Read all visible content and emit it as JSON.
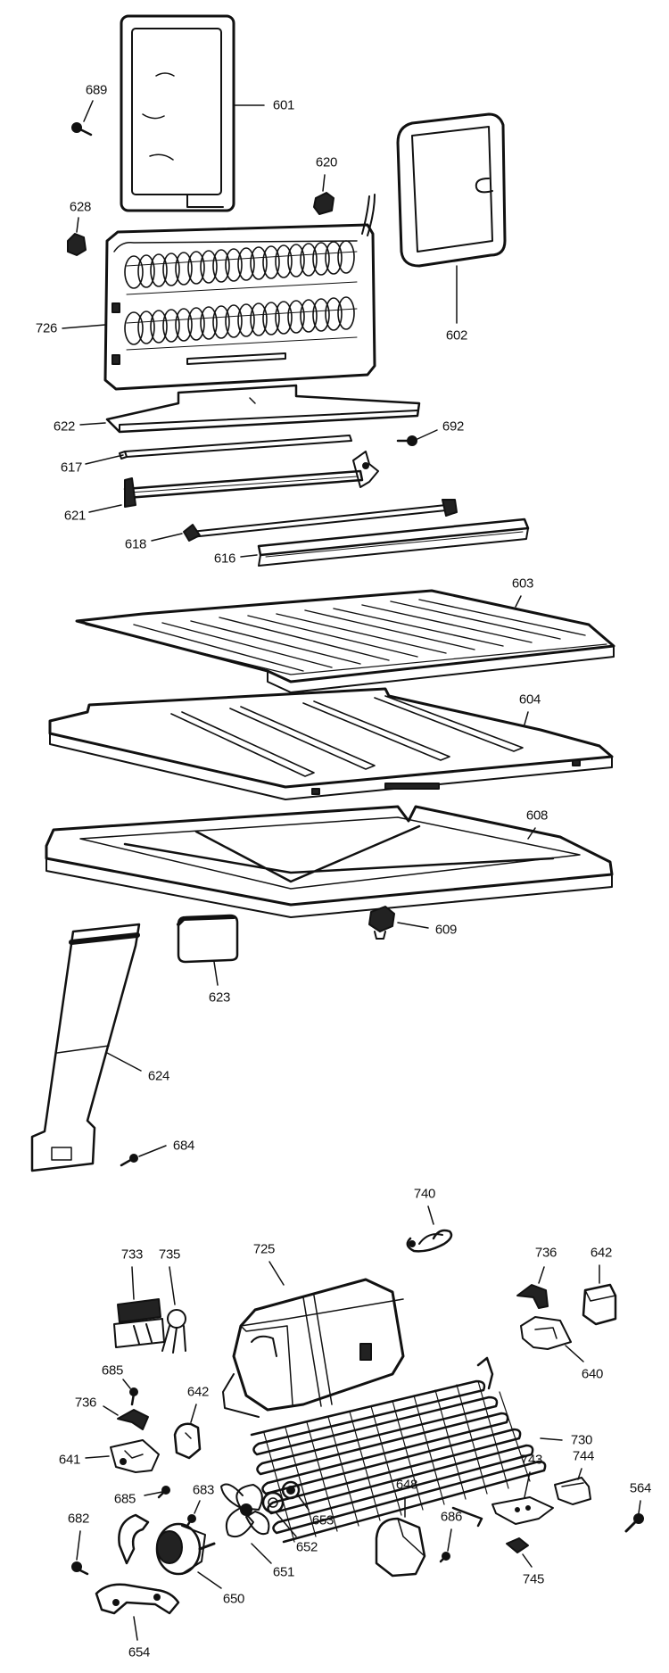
{
  "parts": [
    {
      "id": "p601",
      "label": "601"
    },
    {
      "id": "p689",
      "label": "689"
    },
    {
      "id": "p620",
      "label": "620"
    },
    {
      "id": "p602",
      "label": "602"
    },
    {
      "id": "p628",
      "label": "628"
    },
    {
      "id": "p726",
      "label": "726"
    },
    {
      "id": "p622",
      "label": "622"
    },
    {
      "id": "p692",
      "label": "692"
    },
    {
      "id": "p617",
      "label": "617"
    },
    {
      "id": "p621",
      "label": "621"
    },
    {
      "id": "p618",
      "label": "618"
    },
    {
      "id": "p616",
      "label": "616"
    },
    {
      "id": "p603",
      "label": "603"
    },
    {
      "id": "p604",
      "label": "604"
    },
    {
      "id": "p608",
      "label": "608"
    },
    {
      "id": "p609",
      "label": "609"
    },
    {
      "id": "p623",
      "label": "623"
    },
    {
      "id": "p624",
      "label": "624"
    },
    {
      "id": "p684",
      "label": "684"
    },
    {
      "id": "p740",
      "label": "740"
    },
    {
      "id": "p725",
      "label": "725"
    },
    {
      "id": "p733",
      "label": "733"
    },
    {
      "id": "p735",
      "label": "735"
    },
    {
      "id": "p736a",
      "label": "736"
    },
    {
      "id": "p642a",
      "label": "642"
    },
    {
      "id": "p640",
      "label": "640"
    },
    {
      "id": "p685a",
      "label": "685"
    },
    {
      "id": "p736b",
      "label": "736"
    },
    {
      "id": "p642b",
      "label": "642"
    },
    {
      "id": "p730",
      "label": "730"
    },
    {
      "id": "p641",
      "label": "641"
    },
    {
      "id": "p683",
      "label": "683"
    },
    {
      "id": "p685b",
      "label": "685"
    },
    {
      "id": "p744",
      "label": "744"
    },
    {
      "id": "p743",
      "label": "743"
    },
    {
      "id": "p564",
      "label": "564"
    },
    {
      "id": "p648",
      "label": "648"
    },
    {
      "id": "p686",
      "label": "686"
    },
    {
      "id": "p653",
      "label": "653"
    },
    {
      "id": "p682",
      "label": "682"
    },
    {
      "id": "p652",
      "label": "652"
    },
    {
      "id": "p651",
      "label": "651"
    },
    {
      "id": "p650",
      "label": "650"
    },
    {
      "id": "p745",
      "label": "745"
    },
    {
      "id": "p654",
      "label": "654"
    }
  ]
}
